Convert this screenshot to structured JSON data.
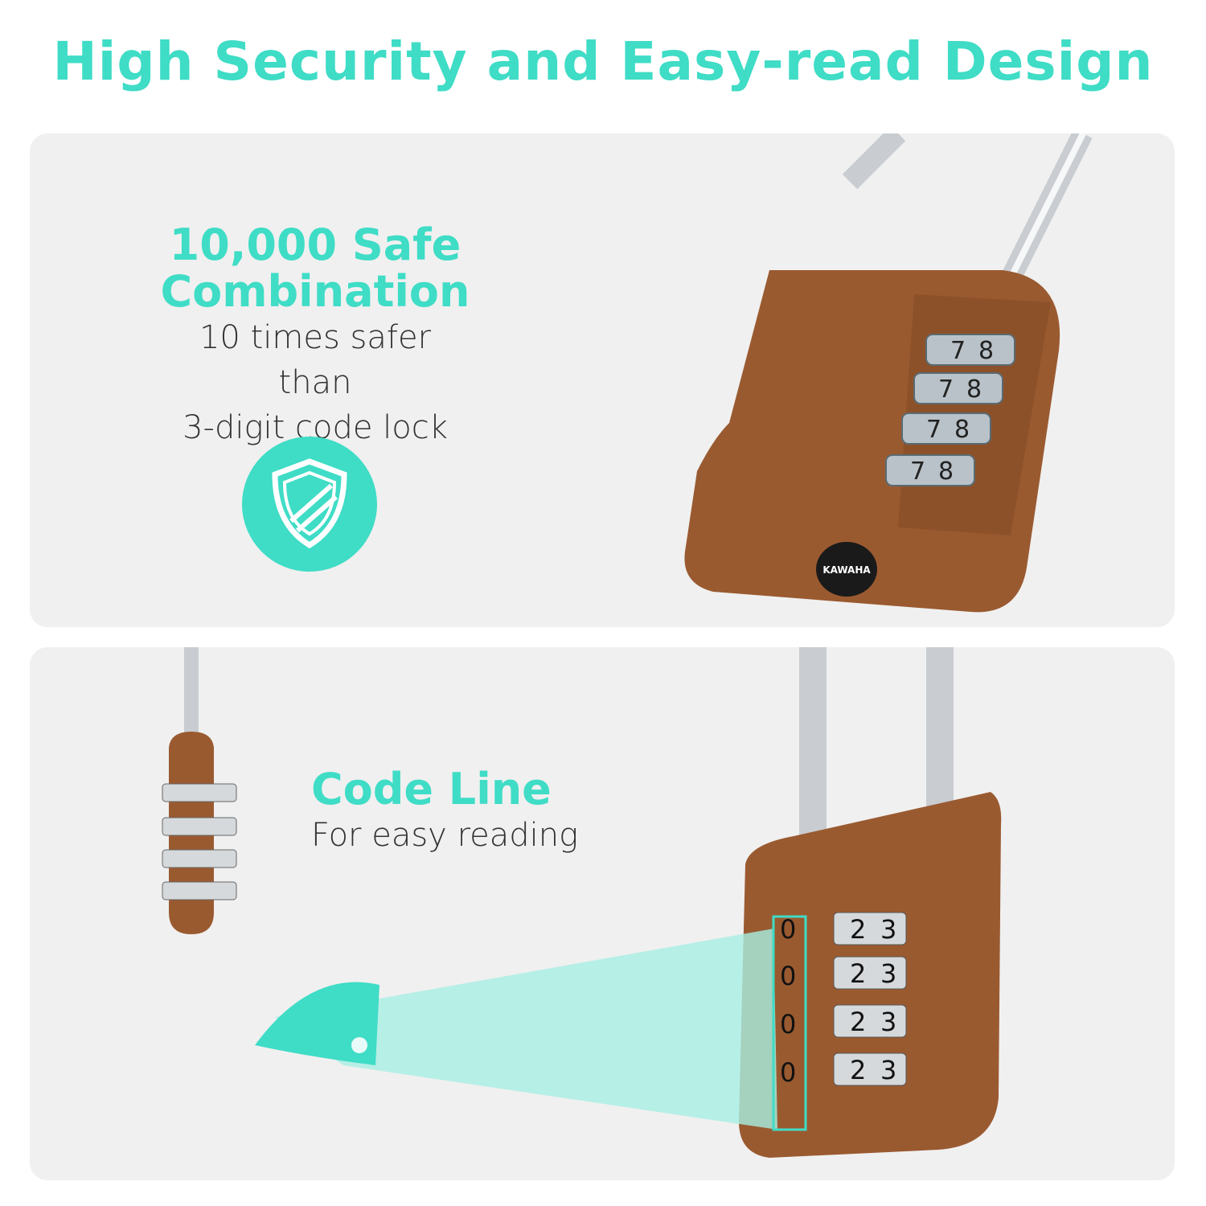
{
  "title": "High Security and Easy-read Design",
  "feature1": {
    "heading_line1": "10,000 Safe",
    "heading_line2": "Combination",
    "sub_line1": "10 times safer than",
    "sub_line2": "3-digit code lock",
    "icon": "shield-icon"
  },
  "feature2": {
    "heading": "Code Line",
    "sub": "For easy reading",
    "icon": "eye-icon"
  },
  "lock_top": {
    "digits": [
      "7",
      "8"
    ],
    "logo_text": "KAWAHA"
  },
  "lock_bottom": {
    "digits": [
      "0",
      "2",
      "3"
    ]
  },
  "colors": {
    "accent": "#3fdcc6",
    "lock_body": "#9a5a30",
    "panel": "#f0f0f0"
  }
}
